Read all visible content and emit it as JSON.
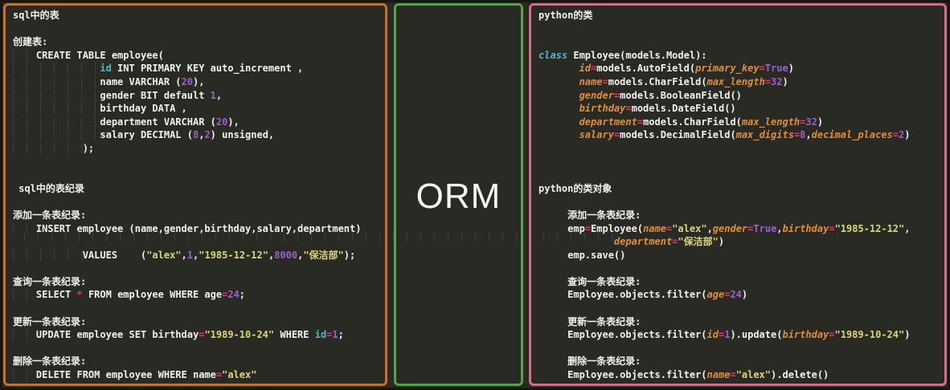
{
  "colors": {
    "text": "#f1f1ef",
    "cyan": "#52b7c9",
    "purple": "#9e5fce",
    "yellow": "#d9d67d",
    "pink": "#ed2d75",
    "orange": "#e08e3c",
    "guide": "#3f3f37",
    "orange-border": "#c8702f",
    "green-border": "#57a148",
    "pink-border": "#d76a8e"
  },
  "orm": {
    "label": "ORM"
  },
  "panels": {
    "sql": {
      "title": "sql中的表",
      "lines": [
        [
          [
            "d",
            "sql中的表"
          ]
        ],
        [],
        [
          [
            "d",
            "创建表:"
          ]
        ],
        [
          [
            "g",
            "    "
          ],
          [
            "d",
            "CREATE TABLE employee("
          ]
        ],
        [
          [
            "g",
            "               "
          ],
          [
            "c",
            "id"
          ],
          [
            "d",
            " INT PRIMARY KEY auto_increment ,"
          ]
        ],
        [
          [
            "g",
            "               "
          ],
          [
            "d",
            "name VARCHAR ("
          ],
          [
            "p",
            "20"
          ],
          [
            "d",
            "),"
          ]
        ],
        [
          [
            "g",
            "               "
          ],
          [
            "d",
            "gender BIT default "
          ],
          [
            "p",
            "1"
          ],
          [
            "d",
            ","
          ]
        ],
        [
          [
            "g",
            "               "
          ],
          [
            "d",
            "birthday DATA ,"
          ]
        ],
        [
          [
            "g",
            "               "
          ],
          [
            "d",
            "department VARCHAR ("
          ],
          [
            "p",
            "20"
          ],
          [
            "d",
            "),"
          ]
        ],
        [
          [
            "g",
            "               "
          ],
          [
            "d",
            "salary DECIMAL ("
          ],
          [
            "p",
            "8"
          ],
          [
            "d",
            ","
          ],
          [
            "p",
            "2"
          ],
          [
            "d",
            ") unsigned,"
          ]
        ],
        [
          [
            "g",
            "            "
          ],
          [
            "d",
            ");"
          ]
        ],
        [],
        [],
        [
          [
            "d",
            " sql中的表纪录"
          ]
        ],
        [],
        [
          [
            "d",
            "添加一条表纪录:"
          ]
        ],
        [
          [
            "g",
            "    "
          ],
          [
            "d",
            "INSERT employee (name,gender,birthday,salary,department)"
          ]
        ],
        [],
        [
          [
            "g",
            "            "
          ],
          [
            "d",
            "VALUES    ("
          ],
          [
            "y",
            "\"alex\""
          ],
          [
            "d",
            ","
          ],
          [
            "p",
            "1"
          ],
          [
            "d",
            ","
          ],
          [
            "y",
            "\"1985-12-12\""
          ],
          [
            "d",
            ","
          ],
          [
            "p",
            "8000"
          ],
          [
            "d",
            ","
          ],
          [
            "y",
            "\"保洁部\""
          ],
          [
            "d",
            ");"
          ]
        ],
        [],
        [
          [
            "d",
            "查询一条表纪录:"
          ]
        ],
        [
          [
            "g",
            "    "
          ],
          [
            "d",
            "SELECT "
          ],
          [
            "k",
            "*"
          ],
          [
            "d",
            " FROM employee WHERE age"
          ],
          [
            "k",
            "="
          ],
          [
            "p",
            "24"
          ],
          [
            "d",
            ";"
          ]
        ],
        [],
        [
          [
            "d",
            "更新一条表纪录:"
          ]
        ],
        [
          [
            "g",
            "    "
          ],
          [
            "d",
            "UPDATE employee SET birthday"
          ],
          [
            "k",
            "="
          ],
          [
            "y",
            "\"1989-10-24\""
          ],
          [
            "d",
            " WHERE "
          ],
          [
            "c",
            "id"
          ],
          [
            "k",
            "="
          ],
          [
            "p",
            "1"
          ],
          [
            "d",
            ";"
          ]
        ],
        [],
        [
          [
            "d",
            "删除一条表纪录:"
          ]
        ],
        [
          [
            "g",
            "    "
          ],
          [
            "d",
            "DELETE FROM employee WHERE name"
          ],
          [
            "k",
            "="
          ],
          [
            "y",
            "\"alex\""
          ]
        ]
      ]
    },
    "python": {
      "title": "python的类",
      "lines": [
        [
          [
            "d",
            "python的类"
          ]
        ],
        [],
        [],
        [
          [
            "ci",
            "class"
          ],
          [
            "d",
            " Employee(models.Model):"
          ]
        ],
        [
          [
            "d",
            "       "
          ],
          [
            "o",
            "id"
          ],
          [
            "k",
            "="
          ],
          [
            "d",
            "models.AutoField("
          ],
          [
            "o",
            "primary_key"
          ],
          [
            "k",
            "="
          ],
          [
            "p",
            "True"
          ],
          [
            "d",
            ")"
          ]
        ],
        [
          [
            "d",
            "       "
          ],
          [
            "o",
            "name"
          ],
          [
            "k",
            "="
          ],
          [
            "d",
            "models.CharField("
          ],
          [
            "o",
            "max_length"
          ],
          [
            "k",
            "="
          ],
          [
            "p",
            "32"
          ],
          [
            "d",
            ")"
          ]
        ],
        [
          [
            "d",
            "       "
          ],
          [
            "o",
            "gender"
          ],
          [
            "k",
            "="
          ],
          [
            "d",
            "models.BooleanField()"
          ]
        ],
        [
          [
            "d",
            "       "
          ],
          [
            "o",
            "birthday"
          ],
          [
            "k",
            "="
          ],
          [
            "d",
            "models.DateField()"
          ]
        ],
        [
          [
            "d",
            "       "
          ],
          [
            "o",
            "department"
          ],
          [
            "k",
            "="
          ],
          [
            "d",
            "models.CharField("
          ],
          [
            "o",
            "max_length"
          ],
          [
            "k",
            "="
          ],
          [
            "p",
            "32"
          ],
          [
            "d",
            ")"
          ]
        ],
        [
          [
            "d",
            "       "
          ],
          [
            "o",
            "salary"
          ],
          [
            "k",
            "="
          ],
          [
            "d",
            "models.DecimalField("
          ],
          [
            "o",
            "max_digits"
          ],
          [
            "k",
            "="
          ],
          [
            "p",
            "8"
          ],
          [
            "d",
            ","
          ],
          [
            "o",
            "decimal_places"
          ],
          [
            "k",
            "="
          ],
          [
            "p",
            "2"
          ],
          [
            "d",
            ")"
          ]
        ],
        [],
        [],
        [],
        [
          [
            "d",
            "python的类对象"
          ]
        ],
        [],
        [
          [
            "d",
            "     添加一条表纪录:"
          ]
        ],
        [
          [
            "d",
            "     emp"
          ],
          [
            "k",
            "="
          ],
          [
            "d",
            "Employee("
          ],
          [
            "o",
            "name"
          ],
          [
            "k",
            "="
          ],
          [
            "y",
            "\"alex\""
          ],
          [
            "d",
            ","
          ],
          [
            "o",
            "gender"
          ],
          [
            "k",
            "="
          ],
          [
            "p",
            "True"
          ],
          [
            "d",
            ","
          ],
          [
            "o",
            "birthday"
          ],
          [
            "k",
            "="
          ],
          [
            "y",
            "\"1985-12-12\""
          ],
          [
            "d",
            ","
          ]
        ],
        [
          [
            "d",
            "             "
          ],
          [
            "o",
            "department"
          ],
          [
            "k",
            "="
          ],
          [
            "y",
            "\"保洁部\""
          ],
          [
            "d",
            ")"
          ]
        ],
        [
          [
            "d",
            "     emp.save()"
          ]
        ],
        [],
        [
          [
            "d",
            "     查询一条表纪录:"
          ]
        ],
        [
          [
            "d",
            "     Employee.objects.filter("
          ],
          [
            "o",
            "age"
          ],
          [
            "k",
            "="
          ],
          [
            "p",
            "24"
          ],
          [
            "d",
            ")"
          ]
        ],
        [],
        [
          [
            "d",
            "     更新一条表纪录:"
          ]
        ],
        [
          [
            "d",
            "     Employee.objects.filter("
          ],
          [
            "o",
            "id"
          ],
          [
            "k",
            "="
          ],
          [
            "p",
            "1"
          ],
          [
            "d",
            ").update("
          ],
          [
            "o",
            "birthday"
          ],
          [
            "k",
            "="
          ],
          [
            "y",
            "\"1989-10-24\""
          ],
          [
            "d",
            ")"
          ]
        ],
        [],
        [
          [
            "d",
            "     删除一条表纪录:"
          ]
        ],
        [
          [
            "d",
            "     Employee.objects.filter("
          ],
          [
            "o",
            "name"
          ],
          [
            "k",
            "="
          ],
          [
            "y",
            "\"alex\""
          ],
          [
            "d",
            ").delete()"
          ]
        ]
      ]
    }
  }
}
